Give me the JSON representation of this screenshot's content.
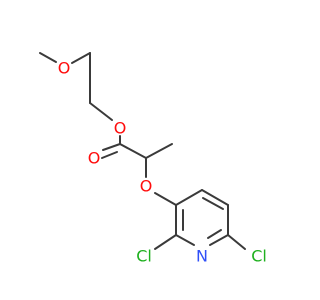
{
  "molecule": {
    "atoms": {
      "o_methoxy": {
        "symbol": "O",
        "color": "#ff0d0d"
      },
      "o_ester": {
        "symbol": "O",
        "color": "#ff0d0d"
      },
      "o_carbonyl": {
        "symbol": "O",
        "color": "#ff0d0d"
      },
      "o_ether": {
        "symbol": "O",
        "color": "#ff0d0d"
      },
      "cl_left": {
        "symbol": "Cl",
        "color": "#1fb01f"
      },
      "cl_right": {
        "symbol": "Cl",
        "color": "#1fb01f"
      },
      "n_ring": {
        "symbol": "N",
        "color": "#3050f8"
      }
    },
    "bond_color": "#3a3a3a"
  }
}
